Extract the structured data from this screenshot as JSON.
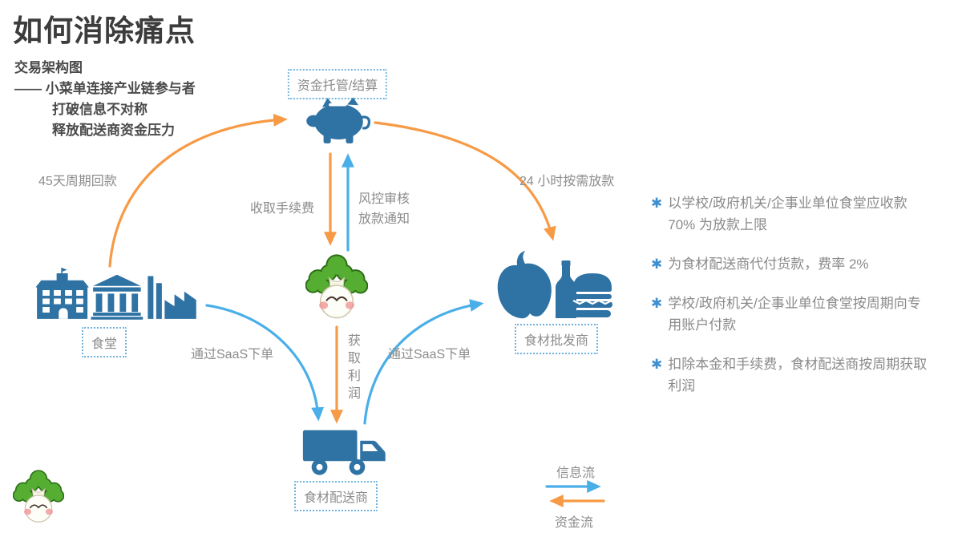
{
  "colors": {
    "icon_blue": "#2F72A4",
    "arrow_orange": "#F79A45",
    "arrow_blue": "#4AAFE8",
    "text_dark": "#3C3C3C",
    "text_gray": "#8C8C8C",
    "label_border": "#6FB1DC",
    "star_blue": "#3E8FD0",
    "leaf_green": "#55AD32"
  },
  "header": {
    "title": "如何消除痛点",
    "subtitle_line1": "交易架构图",
    "subtitle_line2": "—— 小菜单连接产业链参与者",
    "subtitle_line3": "打破信息不对称",
    "subtitle_line4": "释放配送商资金压力"
  },
  "diagram": {
    "nodes": {
      "custody": {
        "label": "资金托管/结算",
        "icon": "piggy-bank-icon"
      },
      "canteen": {
        "label": "食堂",
        "icon": "buildings-icon"
      },
      "platform": {
        "icon": "radish-mascot-icon"
      },
      "wholesaler": {
        "label": "食材批发商",
        "icon": "foods-icon"
      },
      "distributor": {
        "label": "食材配送商",
        "icon": "truck-icon"
      }
    },
    "edges": {
      "repayment_45d": {
        "label": "45天周期回款",
        "flow": "fund"
      },
      "service_fee": {
        "label": "收取手续费",
        "flow": "fund"
      },
      "risk_review": {
        "label": "风控审核\n放款通知",
        "flow": "info"
      },
      "lending_24h": {
        "label": "24 小时按需放款",
        "flow": "fund"
      },
      "saas_order_left": {
        "label": "通过SaaS下单",
        "flow": "info"
      },
      "saas_order_right": {
        "label": "通过SaaS下单",
        "flow": "info"
      },
      "profit": {
        "label": "获取利润",
        "flow": "fund"
      }
    }
  },
  "notes": {
    "bullet_glyph": "✱",
    "items": [
      "以学校/政府机关/企事业单位食堂应收款 70% 为放款上限",
      "为食材配送商代付货款，费率 2%",
      "学校/政府机关/企事业单位食堂按周期向专用账户付款",
      "扣除本金和手续费，食材配送商按周期获取利润"
    ]
  },
  "legend": {
    "info_label": "信息流",
    "fund_label": "资金流"
  }
}
